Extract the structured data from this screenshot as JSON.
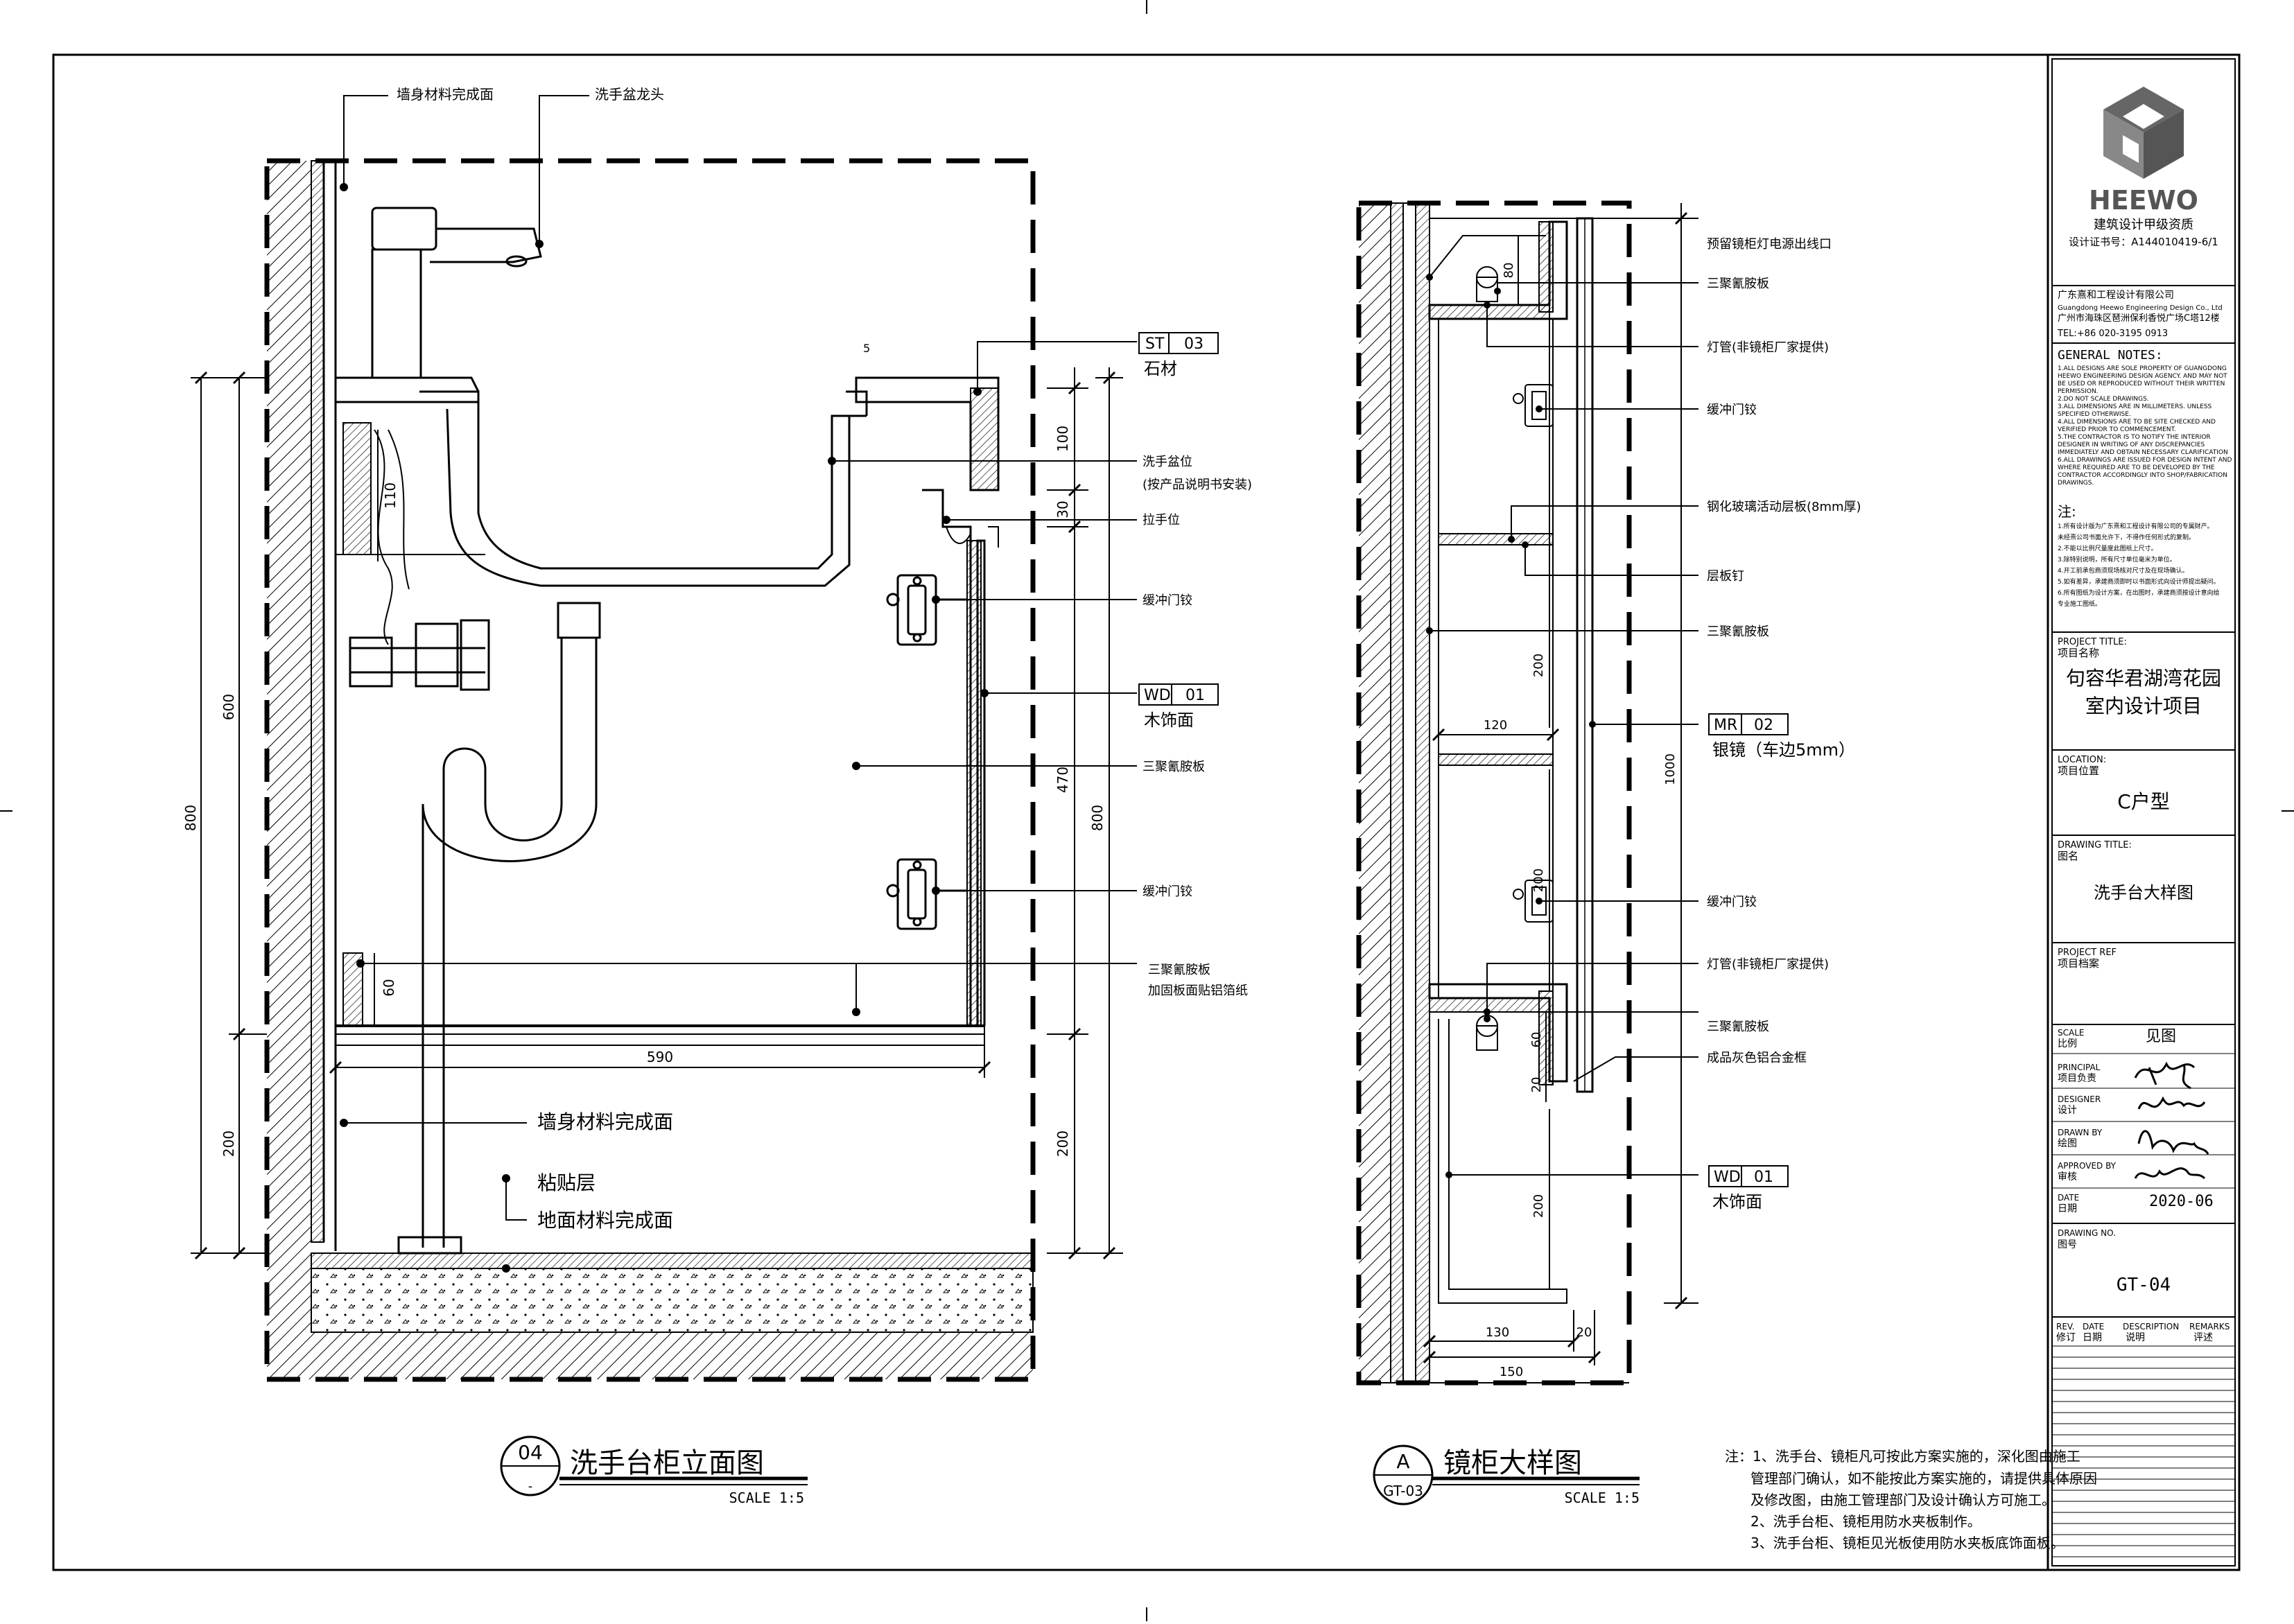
{
  "drawing1": {
    "callout_symbol": "04",
    "title": "洗手台柜立面图",
    "scale": "SCALE 1:5",
    "labels": {
      "wall_finish_top": "墙身材料完成面",
      "faucet": "洗手盆龙头",
      "st_code": "ST",
      "st_num": "03",
      "st_name": "石材",
      "basin_pos": "洗手盆位",
      "basin_note": "(按产品说明书安装)",
      "handle_pos": "拉手位",
      "hinge1": "缓冲门铰",
      "wd_code": "WD",
      "wd_num": "01",
      "wd_name": "木饰面",
      "melamine": "三聚氰胺板",
      "hinge2": "缓冲门铰",
      "melamine2": "三聚氰胺板",
      "melamine2_note": "加固板面贴铝箔纸",
      "wall_finish": "墙身材料完成面",
      "adhesive": "粘贴层",
      "floor_finish": "地面材料完成面",
      "dim5": "5"
    },
    "dims": {
      "d800_left": "800",
      "d600": "600",
      "d200_left": "200",
      "d110": "110",
      "d60": "60",
      "d590": "590",
      "d100": "100",
      "d30": "30",
      "d470": "470",
      "d800_right": "800",
      "d200_right": "200"
    }
  },
  "drawing2": {
    "callout_top": "A",
    "callout_bottom": "GT-03",
    "title": "镜柜大样图",
    "scale": "SCALE 1:5",
    "labels": {
      "l1": "预留镜柜灯电源出线口",
      "l2": "三聚氰胺板",
      "l3": "灯管(非镜柜厂家提供)",
      "l4": "缓冲门铰",
      "l5": "钢化玻璃活动层板(8mm厚)",
      "l6": "层板钉",
      "l7": "三聚氰胺板",
      "mr_code": "MR",
      "mr_num": "02",
      "mr_name": "银镜（车边5mm）",
      "l8": "缓冲门铰",
      "l9": "灯管(非镜柜厂家提供)",
      "l10": "三聚氰胺板",
      "l11": "成品灰色铝合金框",
      "wd_code": "WD",
      "wd_num": "01",
      "wd_name": "木饰面"
    },
    "dims": {
      "d80": "80",
      "d200a": "200",
      "d120": "120",
      "d200b": "200",
      "d60": "60",
      "d20": "20",
      "d200c": "200",
      "d1000": "1000",
      "d130": "130",
      "d20b": "20",
      "d150": "150"
    }
  },
  "notes": {
    "lines": [
      "注：1、洗手台、镜柜凡可按此方案实施的，深化图由施工",
      "管理部门确认，如不能按此方案实施的，请提供具体原因",
      "及修改图，由施工管理部门及设计确认方可施工。",
      "2、洗手台柜、镜柜用防水夹板制作。",
      "3、洗手台柜、镜柜见光板使用防水夹板底饰面板。"
    ]
  },
  "title_block": {
    "logo_text": "HEEWO",
    "qualification": "建筑设计甲级资质",
    "cert": "设计证书号：A144010419-6/1",
    "company_cn": "广东熹和工程设计有限公司",
    "company_en": "Guangdong Heewo Engineering Design Co., Ltd",
    "address": "广州市海珠区琶洲保利香悦广场C塔12楼",
    "tel": "TEL:+86 020-3195 0913",
    "general_notes_title": "GENERAL NOTES:",
    "general_notes": [
      "1.ALL DESIGNS ARE SOLE PROPERTY OF GUANGDONG",
      "  HEEWO ENGINEERING DESIGN AGENCY. AND MAY NOT",
      "  BE USED OR REPRODUCED WITHOUT THEIR WRITTEN",
      "  PERMISSION.",
      "2.DO NOT SCALE DRAWINGS.",
      "3.ALL DIMENSIONS ARE IN MILLIMETERS. UNLESS",
      "  SPECIFIED OTHERWISE.",
      "4.ALL DIMENSIONS ARE TO BE SITE CHECKED AND",
      "  VERIFIED PRIOR TO COMMENCEMENT.",
      "5.THE CONTRACTOR IS TO NOTIFY THE INTERIOR",
      "  DESIGNER IN WRITING OF ANY DISCREPANCIES",
      "  IMMEDIATELY AND OBTAIN NECESSARY CLARIFICATION",
      "6.ALL DRAWINGS ARE ISSUED FOR DESIGN INTENT AND",
      "  WHERE REQUIRED ARE TO BE DEVELOPED BY THE",
      "  CONTRACTOR ACCORDINGLY INTO SHOP/FABRICATION",
      "  DRAWINGS."
    ],
    "cn_notes_title": "注:",
    "cn_notes": [
      "1.所有设计版为广东熹和工程设计有限公司的专属财产。",
      "  未经熹公司书面允许下，不得作任何形式的复制。",
      "2.不能以比例尺量度此图纸上尺寸。",
      "3.除特别说明，所有尺寸单位毫米为单位。",
      "4.开工前承包商须现场核对尺寸及在现场确认。",
      "5.如有差异，承建商须即时以书面形式向设计师提出疑问。",
      "6.所有图纸为设计方案，在出图时，承建商须按设计意向绘",
      "  专业施工图纸。"
    ],
    "project_title_en": "PROJECT TITLE:",
    "project_title_cn": "项目名称",
    "project_name_1": "句容华君湖湾花园",
    "project_name_2": "室内设计项目",
    "location_en": "LOCATION:",
    "location_cn": "项目位置",
    "location": "C户型",
    "drawing_title_en": "DRAWING TITLE:",
    "drawing_title_cn": "图名",
    "drawing_title": "洗手台大样图",
    "project_ref_en": "PROJECT REF",
    "project_ref_cn": "项目档案",
    "scale_en": "SCALE",
    "scale_cn": "比例",
    "scale_value": "见图",
    "principal_en": "PRINCIPAL",
    "principal_cn": "项目负责",
    "designer_en": "DESIGNER",
    "designer_cn": "设计",
    "drawn_en": "DRAWN BY",
    "drawn_cn": "绘图",
    "approved_en": "APPROVED BY",
    "approved_cn": "审核",
    "date_en": "DATE",
    "date_cn": "日期",
    "date_value": "2020-06",
    "drawing_no_en": "DRAWING NO.",
    "drawing_no_cn": "图号",
    "drawing_no": "GT-04",
    "rev_en": "REV.",
    "rev_cn": "修订",
    "rdate_en": "DATE",
    "rdate_cn": "日期",
    "desc_en": "DESCRIPTION",
    "desc_cn": "说明",
    "remarks_en": "REMARKS",
    "remarks_cn": "评述"
  }
}
